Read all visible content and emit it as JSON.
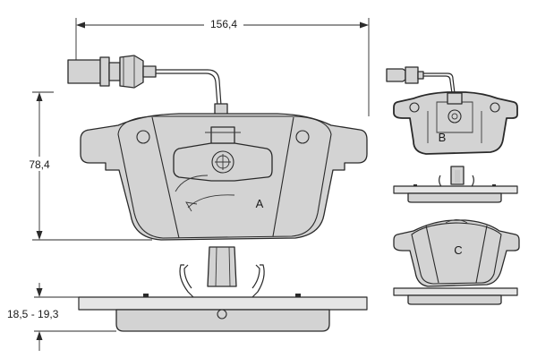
{
  "dimensions": {
    "width": "156,4",
    "height": "78,4",
    "thickness": "18,5 - 19,3"
  },
  "views": {
    "main": "A",
    "back": "B",
    "inner": "C"
  }
}
